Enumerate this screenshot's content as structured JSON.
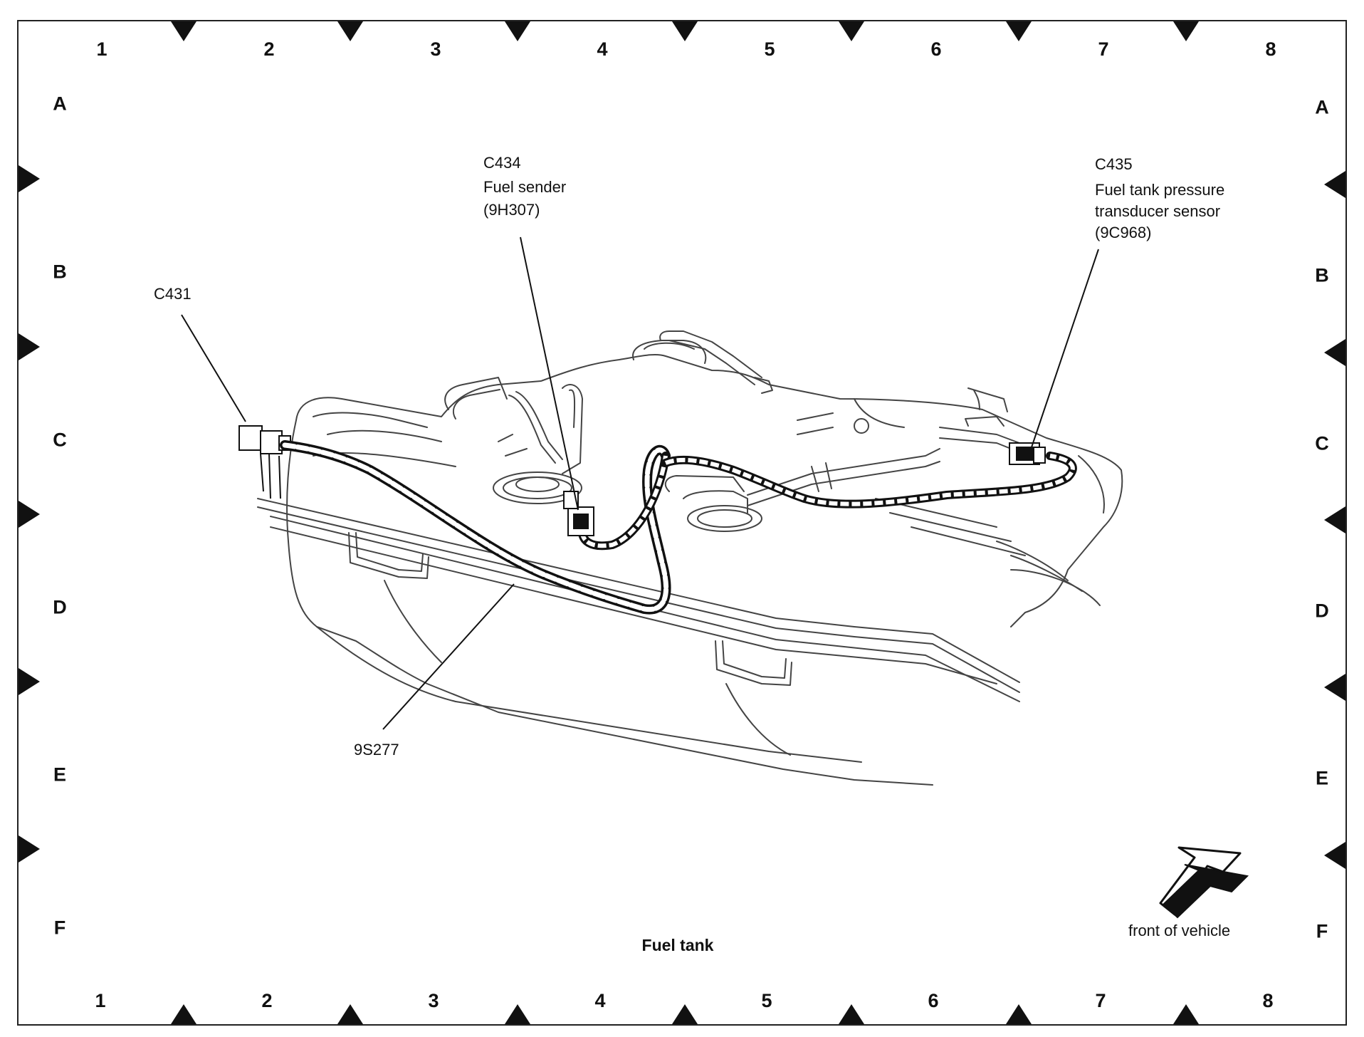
{
  "grid": {
    "columns": [
      "1",
      "2",
      "3",
      "4",
      "5",
      "6",
      "7",
      "8"
    ],
    "rows": [
      "A",
      "B",
      "C",
      "D",
      "E",
      "F"
    ]
  },
  "callouts": {
    "c431": {
      "label": "C431"
    },
    "c434": {
      "label": "C434",
      "desc": "Fuel sender",
      "part": "(9H307)"
    },
    "c435": {
      "label": "C435",
      "desc1": "Fuel tank pressure",
      "desc2": "transducer sensor",
      "part": "(9C968)"
    },
    "harness": {
      "label": "9S277"
    }
  },
  "title": "Fuel tank",
  "direction": {
    "label": "front of vehicle",
    "icon": "front-of-vehicle-arrow-icon"
  }
}
